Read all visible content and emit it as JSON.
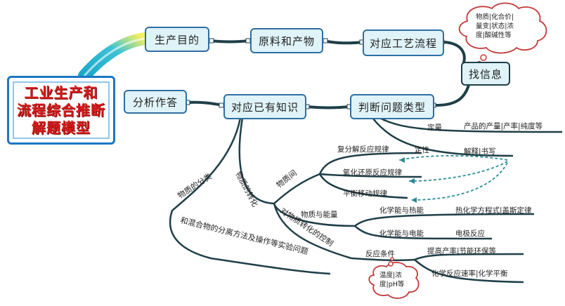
{
  "root": {
    "title": "工业生产和\n流程综合推断\n解题模型"
  },
  "main_nodes": {
    "purpose": "生产目的",
    "materials": "原料和产物",
    "process": "对应工艺流程",
    "find_info": "找信息",
    "judge_type": "判断问题类型",
    "existing_knowledge": "对应已有知识",
    "analyze_answer": "分析作答"
  },
  "cloud_top": {
    "text": "物质|化合价|\n量变|状态|浓\n度|酸碱性等"
  },
  "cloud_bottom": {
    "text": "温度|浓\n度|pH等"
  },
  "branches": {
    "quant": "定量",
    "quant_detail": "产品的产量|产率|纯度等",
    "qual": "定性",
    "qual_detail": "解释|书写",
    "matter_class": "物质的分类",
    "matter_transform": "物质的转化",
    "matter_between": "物质间",
    "double_decomp": "复分解反应规律",
    "redox": "氧化还原反应规律",
    "equilibrium": "平衡移动规律",
    "matter_energy": "物质与能量",
    "chem_heat": "化学能与热能",
    "thermo_eq": "热化学方程式|盖斯定律",
    "chem_elec": "化学能与电能",
    "electrode": "电极反应",
    "control": "对物质转化的控制",
    "reaction_cond": "反应条件",
    "yield_green": "提高产率|节能环保等",
    "rate_eq": "化学反应速率|化学平衡",
    "separation": "和混合物的分离方法及操作等实验问题"
  }
}
